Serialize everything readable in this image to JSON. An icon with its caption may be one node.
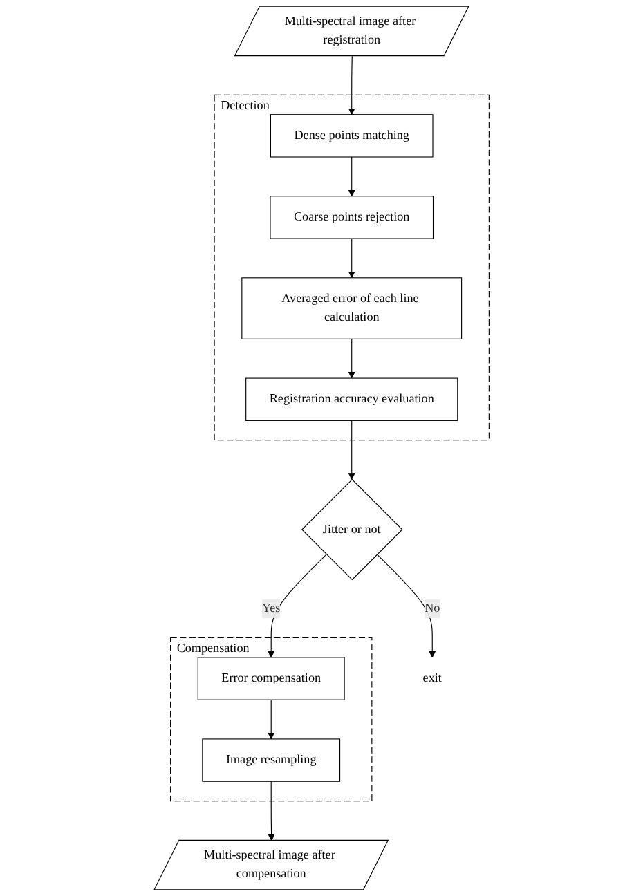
{
  "diagram": {
    "nodes": [
      {
        "text": [
          "Multi-spectral image after registration"
        ]
      },
      {
        "text": [
          "Detection"
        ]
      },
      {
        "text": [
          "Dense points matching"
        ],
        "in": 1
      },
      {
        "text": [
          "Coarse points rejection"
        ],
        "in": 1
      },
      {
        "text": [
          "Averaged error of each line calculation"
        ],
        "in": 1
      },
      {
        "text": [
          "Registration accuracy evaluation"
        ],
        "in": 1
      },
      {
        "text": [
          "Jitter or not"
        ]
      },
      {
        "text": [
          "exit"
        ]
      },
      {
        "text": [
          "Compensation"
        ]
      },
      {
        "text": [
          "Error compensation"
        ],
        "in": 8
      },
      {
        "text": [
          "Image resampling"
        ],
        "in": 8
      },
      {
        "text": [
          "Multi-spectral image after compensation"
        ]
      }
    ],
    "edges": [
      {
        "from": 0,
        "to": 2,
        "arrow": "to"
      },
      {
        "from": 2,
        "to": 3,
        "arrow": "to"
      },
      {
        "from": 3,
        "to": 4,
        "arrow": "to"
      },
      {
        "from": 4,
        "to": 5,
        "arrow": "to"
      },
      {
        "from": 5,
        "to": 6,
        "arrow": "to"
      },
      {
        "from": 6,
        "to": 7,
        "label": "No",
        "arrow": "to"
      },
      {
        "from": 6,
        "to": 9,
        "label": "Yes",
        "arrow": "to"
      },
      {
        "from": 9,
        "to": 10,
        "arrow": "to"
      },
      {
        "from": 10,
        "to": 11,
        "arrow": "to"
      }
    ]
  }
}
